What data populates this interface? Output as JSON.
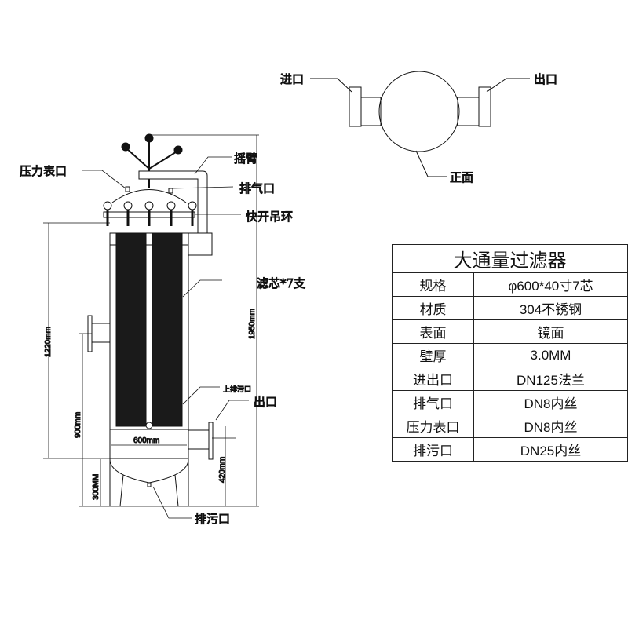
{
  "labels": {
    "inlet_top": "进口",
    "outlet_top": "出口",
    "front": "正面",
    "rocker_arm": "摇臂",
    "pressure_gauge_port": "压力表口",
    "vent_port": "排气口",
    "quick_open_eyebolt": "快开吊环",
    "filter_cartridges": "滤芯*7支",
    "upper_drain": "上排污口",
    "outlet_side": "出口",
    "drain_port": "排污口"
  },
  "dimensions": {
    "height_1220": "1220mm",
    "height_900": "900mm",
    "height_300": "300MM",
    "height_420": "420mm",
    "height_1950": "1950mm",
    "width_600": "600mm"
  },
  "spec_table": {
    "title": "大通量过滤器",
    "rows": [
      {
        "key": "规格",
        "value": "φ600*40寸7芯"
      },
      {
        "key": "材质",
        "value": "304不锈钢"
      },
      {
        "key": "表面",
        "value": "镜面"
      },
      {
        "key": "壁厚",
        "value": "3.0MM"
      },
      {
        "key": "进出口",
        "value": "DN125法兰"
      },
      {
        "key": "排气口",
        "value": "DN8内丝"
      },
      {
        "key": "压力表口",
        "value": "DN8内丝"
      },
      {
        "key": "排污口",
        "value": "DN25内丝"
      }
    ]
  }
}
